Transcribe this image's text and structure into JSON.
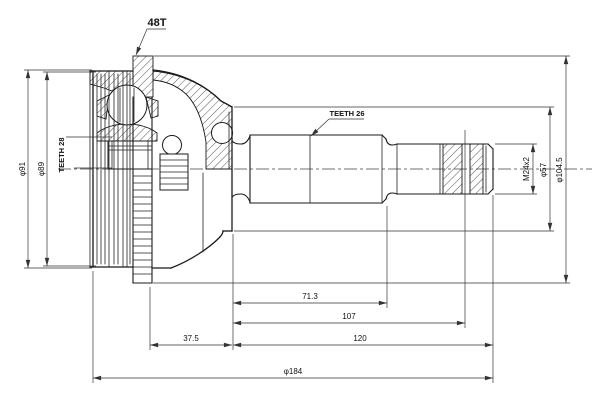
{
  "drawing": {
    "colors": {
      "background": "#ffffff",
      "part_line": "#1b1b1b",
      "dimension_line": "#333333"
    },
    "labels": {
      "abs_ring_tooth_count": "48T",
      "inner_race_spline": "TEETH 28",
      "shaft_spline": "TEETH 26"
    },
    "dimensions": {
      "bell_outer_diameter": "φ91",
      "bell_groove_diameter": "φ89",
      "abs_ring_outer_diameter": "φ104.5",
      "joint_face_diameter": "φ57",
      "thread_spec": "M24x2",
      "spline_length": "71.3",
      "length_to_washer": "107",
      "shaft_length": "120",
      "ring_offset": "37.5",
      "overall_length": "φ184"
    }
  }
}
